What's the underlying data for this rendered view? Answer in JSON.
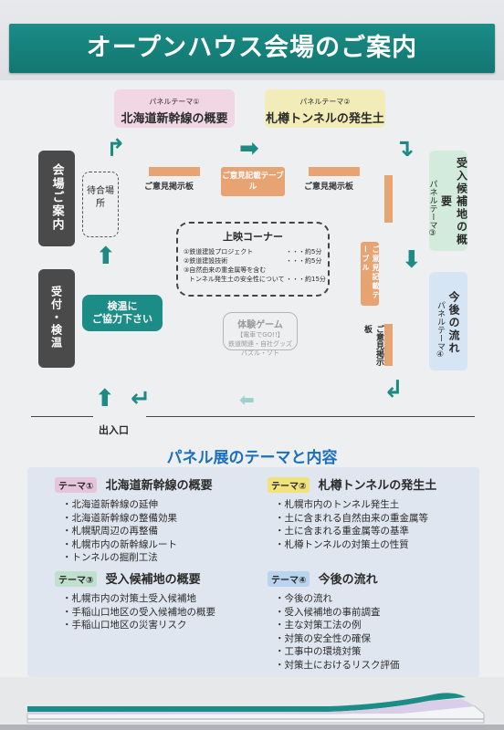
{
  "title": "オープンハウス会場のご案内",
  "floor": {
    "panel1": {
      "small": "パネルテーマ①",
      "big": "北海道新幹線の概要"
    },
    "panel2": {
      "small": "パネルテーマ②",
      "big": "札樽トンネルの発生土"
    },
    "panel3": {
      "small": "パネルテーマ③",
      "big": "受入候補地の概要"
    },
    "panel4": {
      "small": "パネルテーマ④",
      "big": "今後の流れ"
    },
    "venue_guide": "会場ご案内",
    "waiting_area": "待合場所",
    "reception": "受付・検温",
    "temp_check_bubble_line1": "検温に",
    "temp_check_bubble_line2": "ご協力下さい",
    "opinion_board_1": "ご意見掲示板",
    "opinion_board_2": "ご意見掲示板",
    "opinion_board_3": "ご意見掲示板",
    "opinion_table_center": "ご意見記載テーブル",
    "opinion_table_side": "ご意見記載テーブル",
    "screening": {
      "title": "上映コーナー",
      "items": [
        {
          "label": "①鉄道建設プロジェクト",
          "time": "・・・約5分"
        },
        {
          "label": "②鉄道建設技術",
          "time": "・・・約5分"
        },
        {
          "label": "③自然由来の重金属等を含む",
          "time": ""
        },
        {
          "label": "トンネル発生土の安全性について",
          "time": "・・・約15分"
        }
      ]
    },
    "game": {
      "title": "体験ゲーム",
      "line1": "【電車でGO!!】",
      "line2": "鉄道関連・自社グッズ",
      "line3": "パズル・ソト"
    },
    "entrance": "出入口"
  },
  "section": {
    "title": "パネル展のテーマと内容",
    "themes": [
      {
        "tag": "テーマ①",
        "heading": "北海道新幹線の概要",
        "tag_color": "#e8c4dc",
        "items": [
          "北海道新幹線の延伸",
          "北海道新幹線の整備効果",
          "札幌駅周辺の再整備",
          "札幌市内の新幹線ルート",
          "トンネルの掘削工法"
        ]
      },
      {
        "tag": "テーマ②",
        "heading": "札樽トンネルの発生土",
        "tag_color": "#f1e27a",
        "items": [
          "札幌市内のトンネル発生土",
          "土に含まれる自然由来の重金属等",
          "土に含まれる重金属等の基準",
          "札樽トンネルの対策土の性質"
        ]
      },
      {
        "tag": "テーマ③",
        "heading": "受入候補地の概要",
        "tag_color": "#bfe0cc",
        "items": [
          "札幌市内の対策土受入候補地",
          "手稲山口地区の受入候補地の概要",
          "手稲山口地区の災害リスク"
        ]
      },
      {
        "tag": "テーマ④",
        "heading": "今後の流れ",
        "tag_color": "#b9d4ee",
        "items": [
          "今後の流れ",
          "受入候補地の事前調査",
          "主な対策工法の例",
          "対策の安全性の確保",
          "工事中の環境対策",
          "対策土におけるリスク評価"
        ]
      }
    ]
  },
  "colors": {
    "teal": "#1b8c86",
    "blue_heading": "#1b6fbd",
    "orange": "#e8a373"
  }
}
